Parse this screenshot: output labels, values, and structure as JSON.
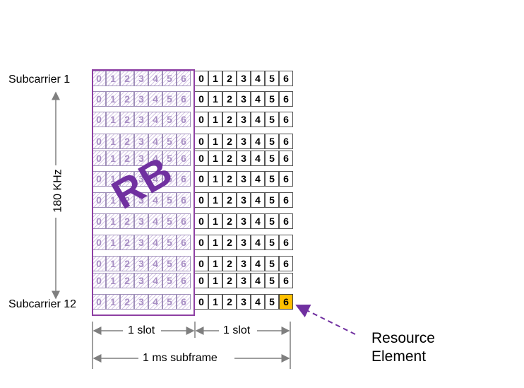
{
  "rows": [
    {
      "rb": [
        "0",
        "1",
        "2",
        "3",
        "4",
        "5",
        "6"
      ],
      "slot2": [
        "0",
        "1",
        "2",
        "3",
        "4",
        "5",
        "6"
      ]
    },
    {
      "rb": [
        "0",
        "1",
        "2",
        "3",
        "4",
        "5",
        "6"
      ],
      "slot2": [
        "0",
        "1",
        "2",
        "3",
        "4",
        "5",
        "6"
      ]
    },
    {
      "rb": [
        "0",
        "1",
        "2",
        "3",
        "4",
        "5",
        "6"
      ],
      "slot2": [
        "0",
        "1",
        "2",
        "3",
        "4",
        "5",
        "6"
      ]
    },
    {
      "rb": [
        "0",
        "1",
        "2",
        "3",
        "4",
        "5",
        "6"
      ],
      "slot2": [
        "0",
        "1",
        "2",
        "3",
        "4",
        "5",
        "6"
      ]
    },
    {
      "rb": [
        "0",
        "1",
        "2",
        "3",
        "4",
        "5",
        "6"
      ],
      "slot2": [
        "0",
        "1",
        "2",
        "3",
        "4",
        "5",
        "6"
      ]
    },
    {
      "rb": [
        "0",
        "1",
        "2",
        "3",
        "4",
        "5",
        "6"
      ],
      "slot2": [
        "0",
        "1",
        "2",
        "3",
        "4",
        "5",
        "6"
      ]
    },
    {
      "rb": [
        "0",
        "1",
        "2",
        "3",
        "4",
        "5",
        "6"
      ],
      "slot2": [
        "0",
        "1",
        "2",
        "3",
        "4",
        "5",
        "6"
      ]
    },
    {
      "rb": [
        "0",
        "1",
        "2",
        "3",
        "4",
        "5",
        "6"
      ],
      "slot2": [
        "0",
        "1",
        "2",
        "3",
        "4",
        "5",
        "6"
      ]
    },
    {
      "rb": [
        "0",
        "1",
        "2",
        "3",
        "4",
        "5",
        "6"
      ],
      "slot2": [
        "0",
        "1",
        "2",
        "3",
        "4",
        "5",
        "6"
      ]
    },
    {
      "rb": [
        "0",
        "1",
        "2",
        "3",
        "4",
        "5",
        "6"
      ],
      "slot2": [
        "0",
        "1",
        "2",
        "3",
        "4",
        "5",
        "6"
      ]
    },
    {
      "rb": [
        "0",
        "1",
        "2",
        "3",
        "4",
        "5",
        "6"
      ],
      "slot2": [
        "0",
        "1",
        "2",
        "3",
        "4",
        "5",
        "6"
      ]
    },
    {
      "rb": [
        "0",
        "1",
        "2",
        "3",
        "4",
        "5",
        "6"
      ],
      "slot2": [
        "0",
        "1",
        "2",
        "3",
        "4",
        "5",
        "6"
      ]
    }
  ],
  "labels": {
    "subcarrier_top": "Subcarrier 1",
    "subcarrier_bottom": "Subcarrier 12",
    "bandwidth": "180 KHz",
    "rb": "RB",
    "slot_1": "1 slot",
    "slot_2": "1 slot",
    "subframe": "1 ms subframe",
    "resource_element_line1": "Resource",
    "resource_element_line2": "Element"
  },
  "highlight": {
    "row": 11,
    "col": 6
  },
  "colors": {
    "rb_outline": "#8e3fa3",
    "rb_text": "#7030a0",
    "rb_hatch": "#d6c6e6",
    "rb_digits": "#a88fc4",
    "resource_element": "#ffc000",
    "arrow": "#7030a0",
    "dimension_lines": "#7f7f7f"
  }
}
